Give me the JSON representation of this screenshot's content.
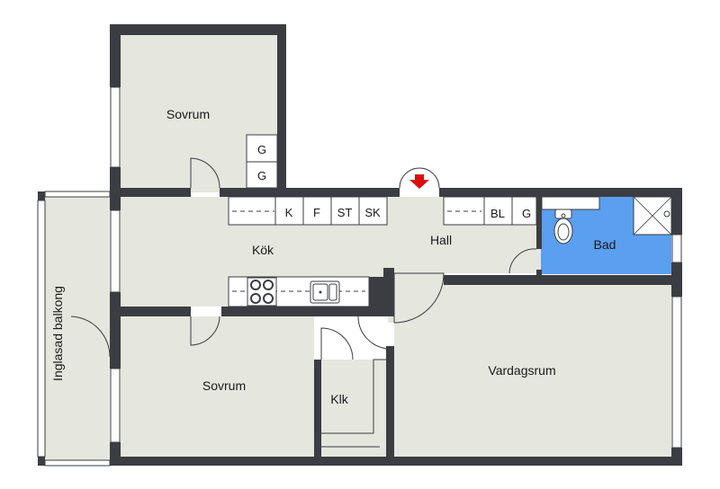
{
  "colors": {
    "floor": "#e5e6dd",
    "wall": "#3b3d42",
    "bathroom": "#5a9ff0",
    "entrance_marker": "#d90f0f",
    "window": "#ffffff",
    "text": "#1a1a1a"
  },
  "rooms": {
    "bedroom_top": "Sovrum",
    "bedroom_bottom": "Sovrum",
    "kitchen": "Kök",
    "hall": "Hall",
    "bathroom": "Bad",
    "living_room": "Vardagsrum",
    "closet": "Klk",
    "balcony": "Inglasad balkong"
  },
  "fixtures": {
    "bedroom_wardrobe_1": "G",
    "bedroom_wardrobe_2": "G",
    "kitchen_k": "K",
    "kitchen_f": "F",
    "kitchen_st": "ST",
    "kitchen_sk": "SK",
    "hall_bl": "BL",
    "hall_g": "G"
  },
  "icons": [
    "entrance-arrow-icon",
    "stove-icon",
    "sink-icon",
    "toilet-icon",
    "shower-icon"
  ]
}
